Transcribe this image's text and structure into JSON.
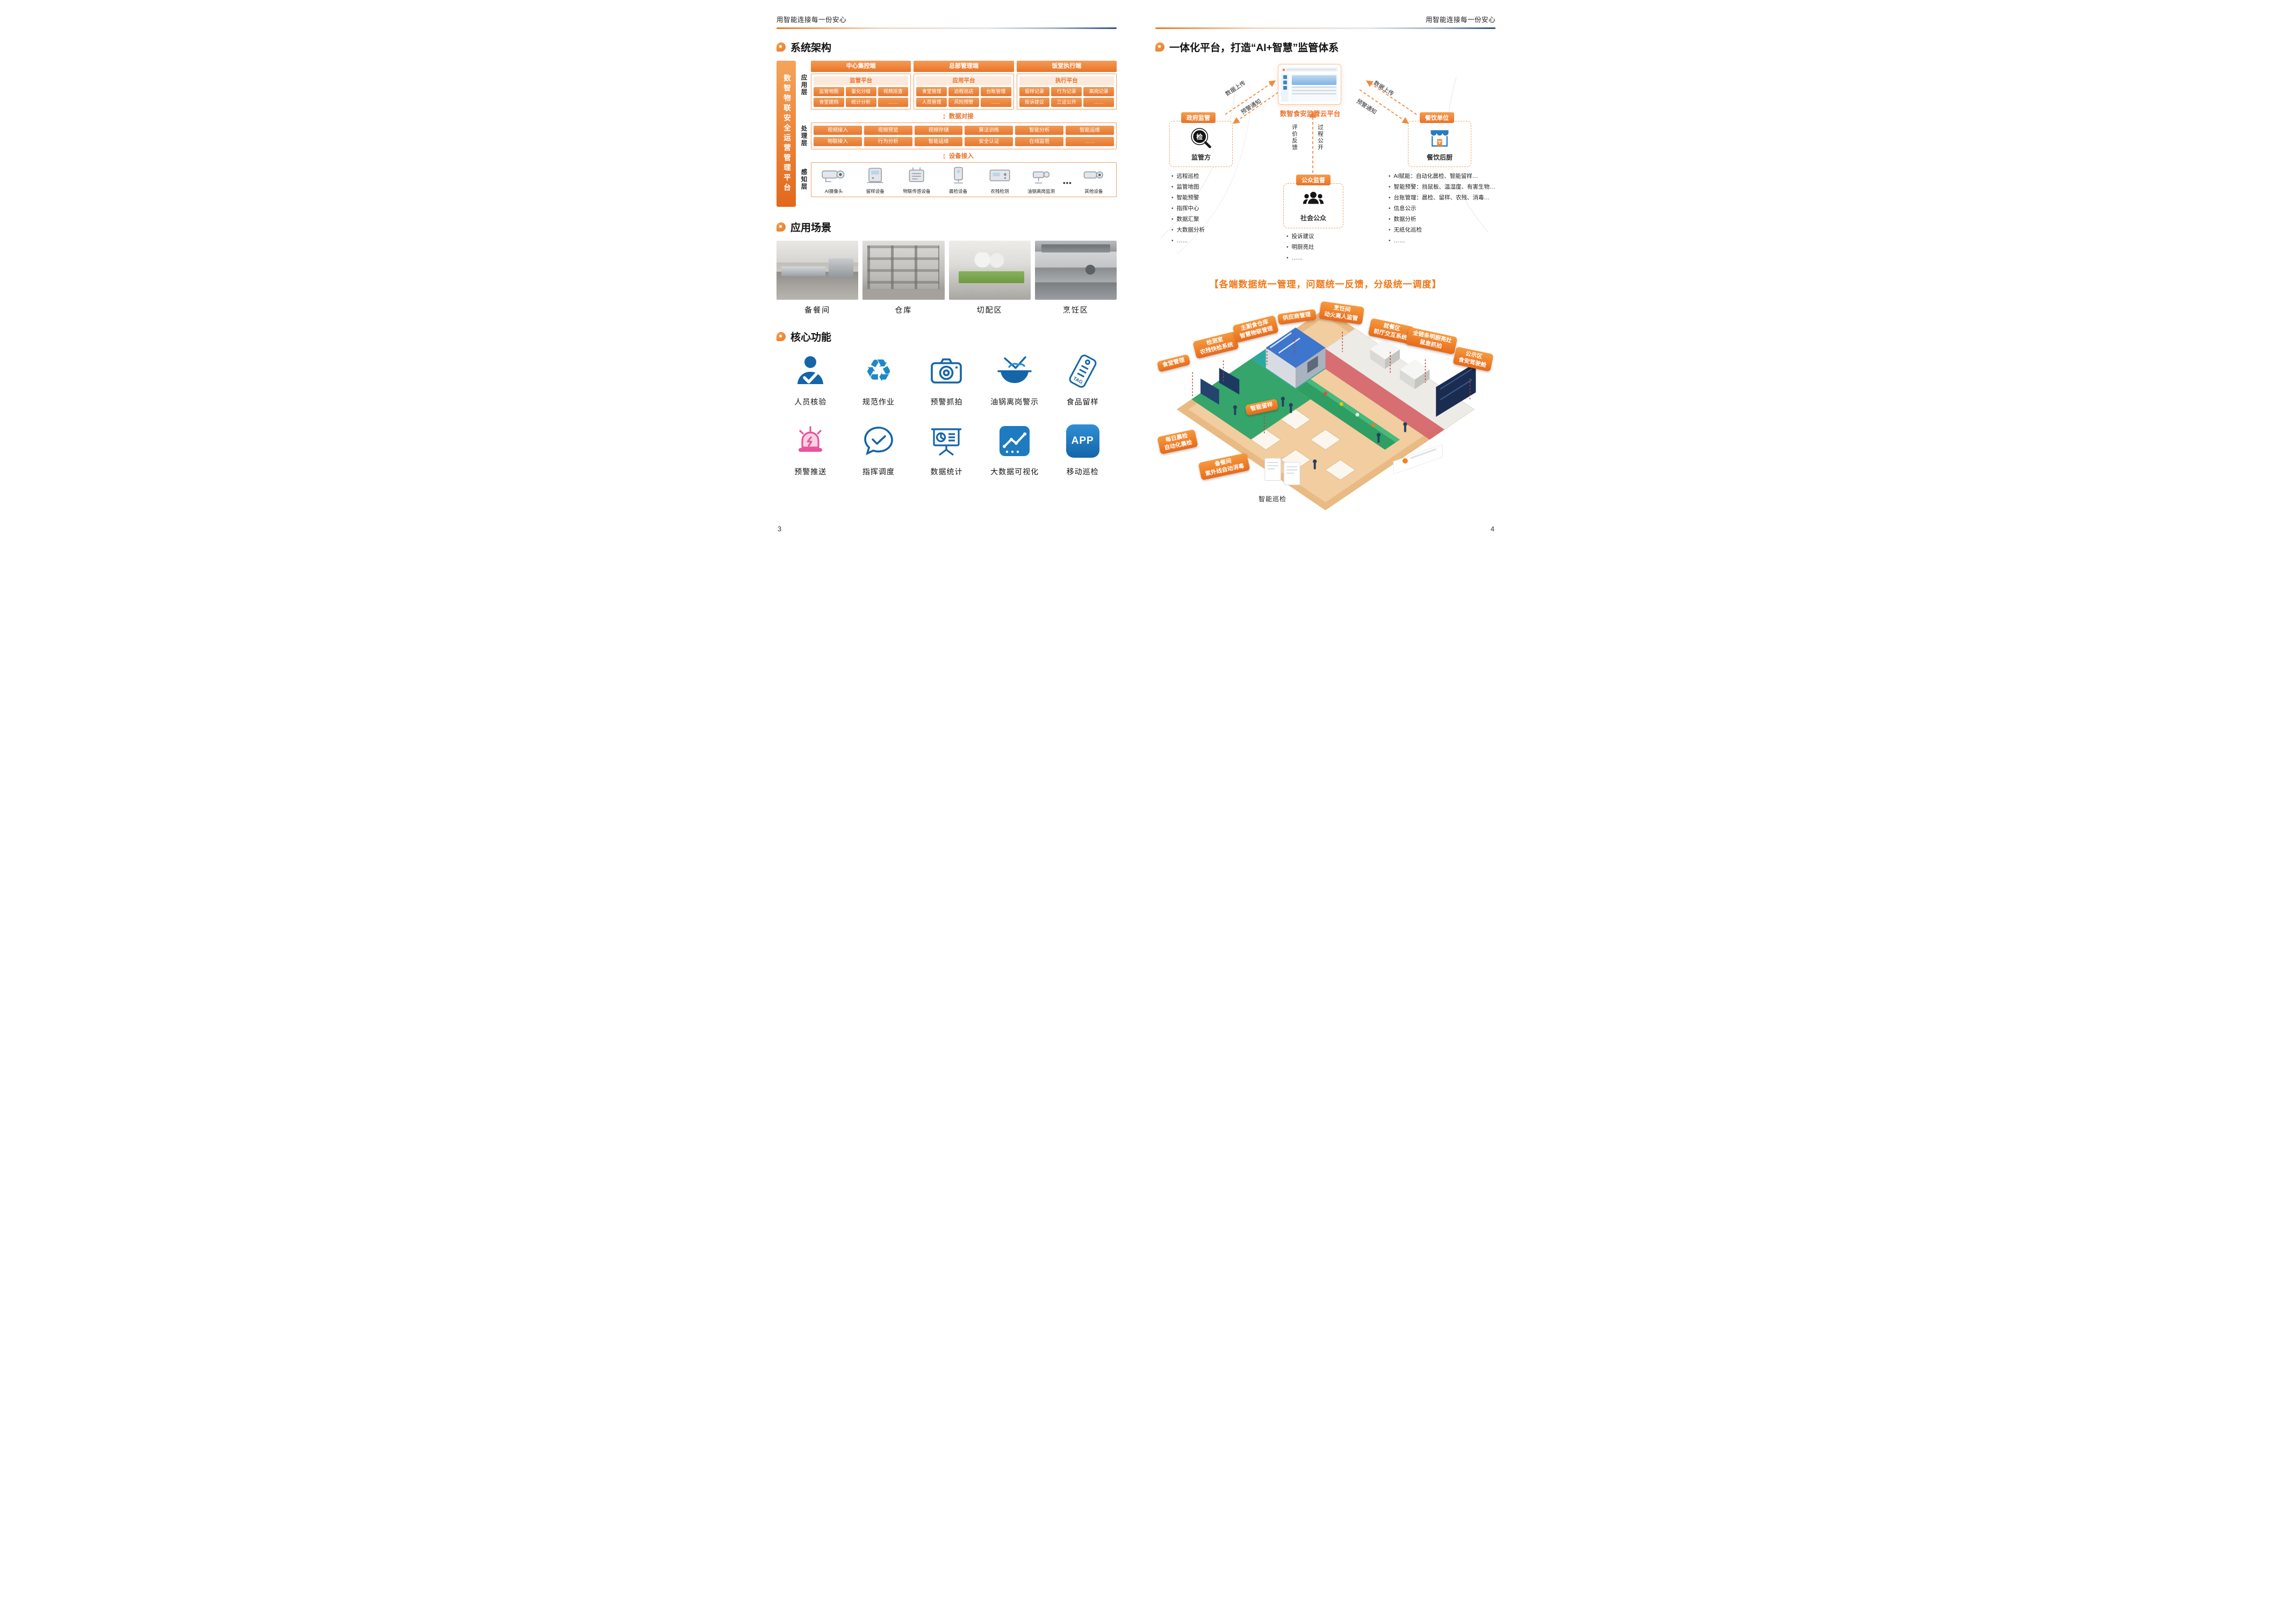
{
  "theme": {
    "accent_orange": "#E8732A",
    "deep_blue": "#1565A8",
    "banner_orange": "#F07818",
    "tag_orange": "#F08322"
  },
  "left": {
    "header": "用智能连接每一份安心",
    "page_num": "3",
    "arch": {
      "title": "系统架构",
      "bar": "数智物联安全运营管理平台",
      "layer_app": "应用层",
      "layer_proc": "处理层",
      "layer_sense": "感知层",
      "link1": "数据对接",
      "link2": "设备接入",
      "cols": [
        {
          "head": "中心集控端",
          "plat": "监管平台",
          "items": [
            "监管地图",
            "量化分级",
            "视频巡查",
            "食堂建档",
            "统计分析",
            "……"
          ]
        },
        {
          "head": "总部管理端",
          "plat": "应用平台",
          "items": [
            "食堂管理",
            "远程巡店",
            "台账管理",
            "人员管理",
            "风险预警",
            "……"
          ]
        },
        {
          "head": "饭堂执行端",
          "plat": "执行平台",
          "items": [
            "留样记录",
            "行为记录",
            "离岗记录",
            "投诉建议",
            "三证公开",
            "……"
          ]
        }
      ],
      "proc_items": [
        "视频接入",
        "视频预览",
        "视频存储",
        "算法训练",
        "智能分析",
        "智能运维",
        "物联接入",
        "行为分析",
        "智能运维",
        "安全认证",
        "在线监管",
        "……"
      ],
      "devices": [
        "AI摄像头",
        "留样设备",
        "物联传感设备",
        "晨检设备",
        "农残检测",
        "油锅离岗监测",
        "其他设备"
      ],
      "more_dots": "•••"
    },
    "scenes": {
      "title": "应用场景",
      "labels": [
        "备餐间",
        "仓库",
        "切配区",
        "烹饪区"
      ]
    },
    "funcs": {
      "title": "核心功能",
      "items": [
        {
          "label": "人员核验"
        },
        {
          "label": "规范作业"
        },
        {
          "label": "预警抓拍"
        },
        {
          "label": "油锅离岗警示"
        },
        {
          "label": "食品留样",
          "icon_text": "TAG"
        },
        {
          "label": "预警推送"
        },
        {
          "label": "指挥调度"
        },
        {
          "label": "数据统计"
        },
        {
          "label": "大数据可视化"
        },
        {
          "label": "移动巡检",
          "icon_text": "APP"
        }
      ],
      "recycle_glyph": "♻"
    }
  },
  "right": {
    "header": "用智能连接每一份安心",
    "page_num": "4",
    "sec_title": "一体化平台，打造“AI+智慧”监管体系",
    "cloud_label": "数智食安监管云平台",
    "arrows": {
      "upload_left": "数据上传",
      "notify_left": "预警通知",
      "upload_right": "数据上传",
      "notify_right": "预警通知",
      "feedback": "评价反馈",
      "process_open": "过程公开"
    },
    "gov": {
      "tag": "政府监管",
      "icon_char": "检",
      "name": "监管方",
      "items": [
        "远程巡检",
        "监管地图",
        "智能预警",
        "指挥中心",
        "数据汇聚",
        "大数据分析",
        "……"
      ]
    },
    "cat": {
      "tag": "餐饮单位",
      "name": "餐饮后厨",
      "items": [
        "AI赋能：自动化晨检、智能留样…",
        "智能预警：挡鼠板、温湿度、有害生物…",
        "台账管理：晨检、留样、农残、消毒…",
        "信息公示",
        "数据分析",
        "无纸化巡检",
        "……"
      ]
    },
    "pub": {
      "tag": "公众监督",
      "name": "社会公众",
      "items": [
        "投诉建议",
        "明厨亮灶",
        "……"
      ]
    },
    "banner": "【各端数据统一管理，问题统一反馈，分级统一调度】",
    "scene": {
      "tags": [
        {
          "t": "食堂管理"
        },
        {
          "t": "检测室\n农残快检系统"
        },
        {
          "t": "主副食仓库\n智慧物联管理"
        },
        {
          "t": "供应商管理"
        },
        {
          "t": "烹饪间\n动火离人监管"
        },
        {
          "t": "就餐区\n前厅交互系统"
        },
        {
          "t": "全链条明厨亮灶\n鼠患抓拍"
        },
        {
          "t": "公示区\n食安驾驶舱"
        },
        {
          "t": "智能留样"
        },
        {
          "t": "每日晨检\n自动化晨检"
        },
        {
          "t": "备餐间\n紫外线自动消毒"
        }
      ],
      "caption": "智能巡检"
    }
  }
}
